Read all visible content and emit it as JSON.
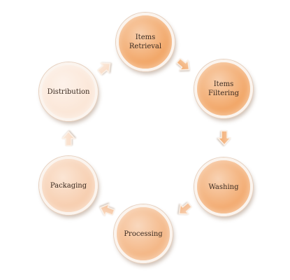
{
  "diagram": {
    "nodes": [
      {
        "id": "items-retrieval",
        "label": "Items\nRetrieval",
        "color": "#f2a86a"
      },
      {
        "id": "items-filtering",
        "label": "Items\nFiltering",
        "color": "#f2a86a"
      },
      {
        "id": "washing",
        "label": "Washing",
        "color": "#f3ad74"
      },
      {
        "id": "processing",
        "label": "Processing",
        "color": "#f4b888"
      },
      {
        "id": "packaging",
        "label": "Packaging",
        "color": "#f7cfb1"
      },
      {
        "id": "distribution",
        "label": "Distribution",
        "color": "#fbe7d8"
      }
    ],
    "arrows": [
      {
        "from": "items-retrieval",
        "to": "items-filtering",
        "color": "#f2a86a"
      },
      {
        "from": "items-filtering",
        "to": "washing",
        "color": "#f2a86a"
      },
      {
        "from": "washing",
        "to": "processing",
        "color": "#f4b585"
      },
      {
        "from": "processing",
        "to": "packaging",
        "color": "#f5c19a"
      },
      {
        "from": "packaging",
        "to": "distribution",
        "color": "#f9dac3"
      },
      {
        "from": "distribution",
        "to": "items-retrieval",
        "color": "#f9dac3"
      }
    ]
  }
}
